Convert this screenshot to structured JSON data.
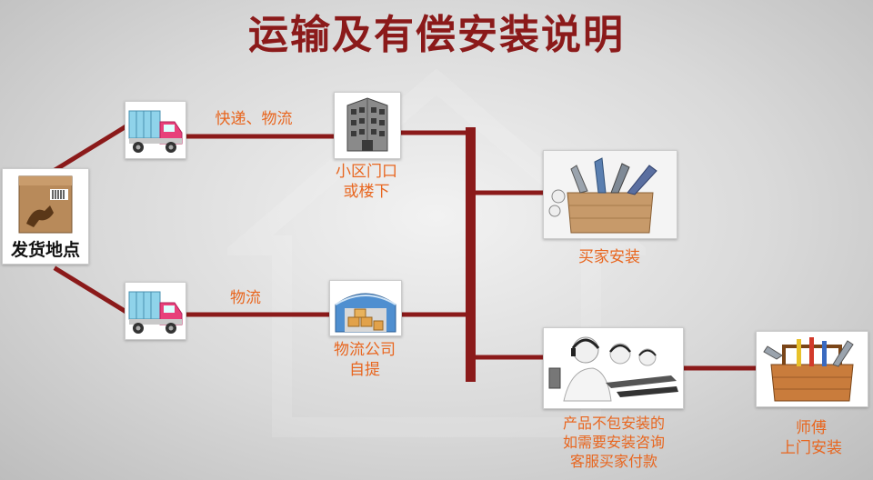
{
  "title": "运输及有偿安装说明",
  "origin": {
    "label": "发货地点",
    "icon": "package-icon"
  },
  "routes": {
    "express": {
      "label": "快递、物流",
      "vehicle_icon": "truck-icon"
    },
    "freight": {
      "label": "物流",
      "vehicle_icon": "truck-icon"
    }
  },
  "destinations": {
    "doorstep": {
      "lines": [
        "小区门口",
        "或楼下"
      ],
      "icon": "building-icon"
    },
    "pickup": {
      "lines": [
        "物流公司",
        "自提"
      ],
      "icon": "warehouse-icon"
    }
  },
  "outcomes": {
    "buyer_install": {
      "label": "买家安装",
      "icon": "toolbox-icon"
    },
    "consult": {
      "lines": [
        "产品不包安装的",
        "如需要安装咨询",
        "客服买家付款"
      ],
      "icon": "customer-service-icon"
    },
    "technician": {
      "lines": [
        "师傅",
        "上门安装"
      ],
      "icon": "toolbox-icon"
    }
  },
  "colors": {
    "connector": "#8b1a1a",
    "title": "#8b1a1a",
    "label": "#e8661f"
  }
}
